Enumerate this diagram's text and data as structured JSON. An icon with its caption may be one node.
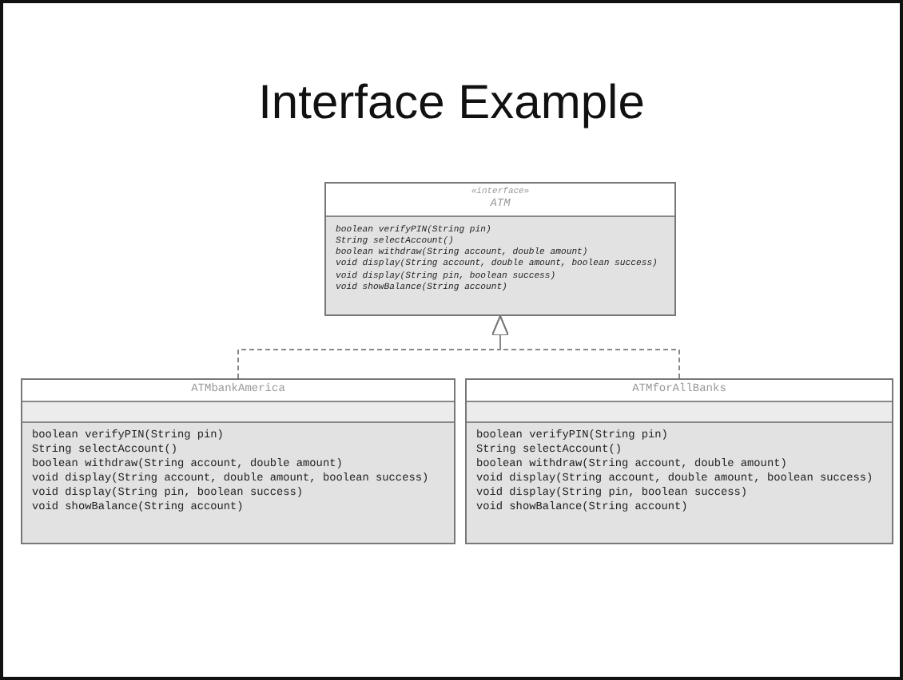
{
  "diagram": {
    "title": "Interface Example",
    "nodes": [
      {
        "text": [
          "«interface»",
          "ATM",
          "boolean verifyPIN(String pin)",
          "String selectAccount()",
          "boolean withdraw(String account, double amount)",
          "void display(String account, double amount, boolean success)",
          "void display(String pin, boolean success)",
          "void showBalance(String account)"
        ]
      },
      {
        "text": [
          "ATMbankAmerica",
          "boolean verifyPIN(String pin)",
          "String selectAccount()",
          "boolean withdraw(String account, double amount)",
          "void display(String account, double amount, boolean success)",
          "void display(String pin, boolean success)",
          "void showBalance(String account)"
        ]
      },
      {
        "text": [
          "ATMforAllBanks",
          "boolean verifyPIN(String pin)",
          "String selectAccount()",
          "boolean withdraw(String account, double amount)",
          "void display(String account, double amount, boolean success)",
          "void display(String pin, boolean success)",
          "void showBalance(String account)"
        ]
      }
    ],
    "edges": [
      {
        "from": 1,
        "to": 0,
        "arrow": "to",
        "style": "dashed"
      },
      {
        "from": 2,
        "to": 0,
        "arrow": "to",
        "style": "dashed"
      }
    ]
  }
}
